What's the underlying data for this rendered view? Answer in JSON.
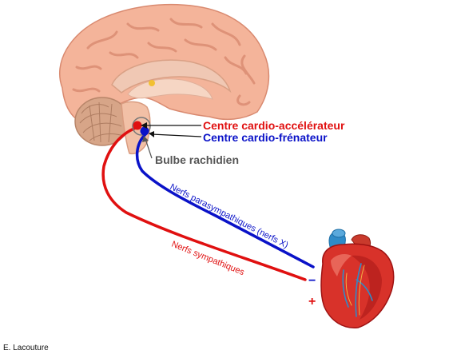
{
  "labels": {
    "accelerator_center": "Centre cardio-accélérateur",
    "inhibitor_center": "Centre cardio-frénateur",
    "medulla": "Bulbe rachidien",
    "parasympathetic_nerves": "Nerfs parasympathiques (nerfs X)",
    "sympathetic_nerves": "Nerfs sympathiques",
    "minus_sign": "−",
    "plus_sign": "+",
    "credit": "E. Lacouture"
  },
  "colors": {
    "sympathetic": "#e01010",
    "parasympathetic": "#0a12c8",
    "brain_fill": "#f4b49a",
    "brain_gyri": "#d98a70",
    "cerebellum": "#d7a588",
    "heart_main": "#d8322a",
    "heart_dark": "#9e1212",
    "heart_vessel": "#2f8bc8",
    "medulla_label": "#555555"
  }
}
